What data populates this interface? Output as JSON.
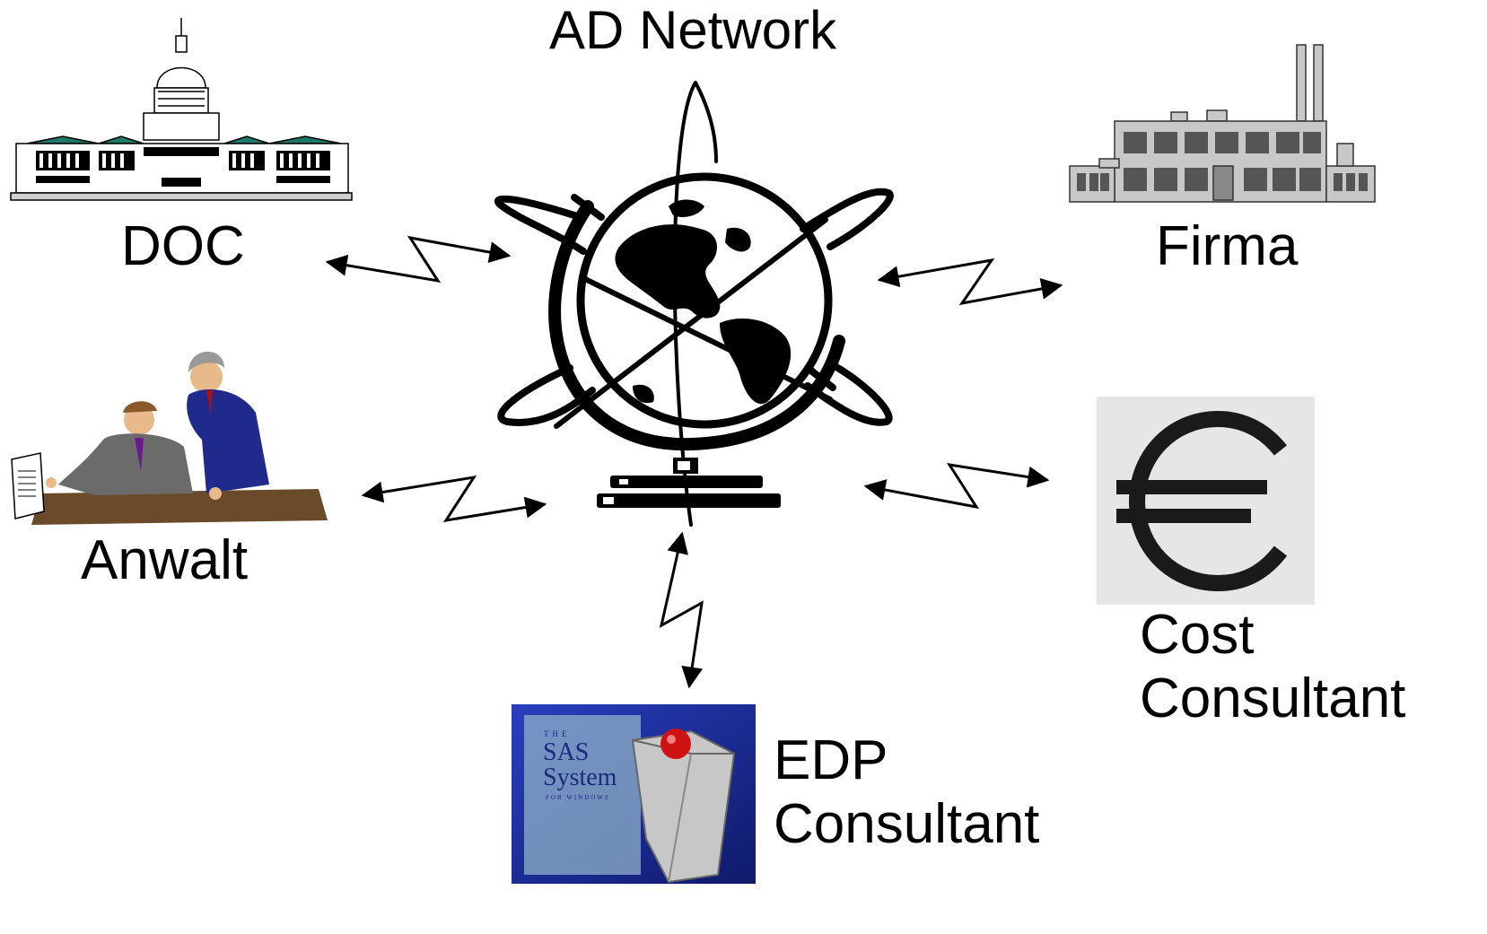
{
  "diagram": {
    "center": {
      "title": "AD Network"
    },
    "nodes": {
      "doc": {
        "label": "DOC"
      },
      "firma": {
        "label": "Firma"
      },
      "anwalt": {
        "label": "Anwalt"
      },
      "cost": {
        "line1": "Cost",
        "line2": "Consultant"
      },
      "edp": {
        "line1": "EDP",
        "line2": "Consultant"
      }
    },
    "sas_box": {
      "line1": "THE",
      "line2": "SAS",
      "line3": "System",
      "line4": "FOR WINDOWS"
    },
    "euro_symbol": "€",
    "colors": {
      "line": "#000000",
      "euro_bg": "#e6e6e6",
      "suit_blue": "#1f2a8c",
      "suit_grey": "#6b6b6b",
      "desk": "#6b4a2a",
      "sas_blue": "#1d2f9e",
      "sas_red": "#d11212",
      "roof_green": "#1f7a6a"
    },
    "connections": [
      {
        "from": "AD Network",
        "to": "DOC"
      },
      {
        "from": "AD Network",
        "to": "Firma"
      },
      {
        "from": "AD Network",
        "to": "Anwalt"
      },
      {
        "from": "AD Network",
        "to": "Cost Consultant"
      },
      {
        "from": "AD Network",
        "to": "EDP Consultant"
      }
    ]
  }
}
